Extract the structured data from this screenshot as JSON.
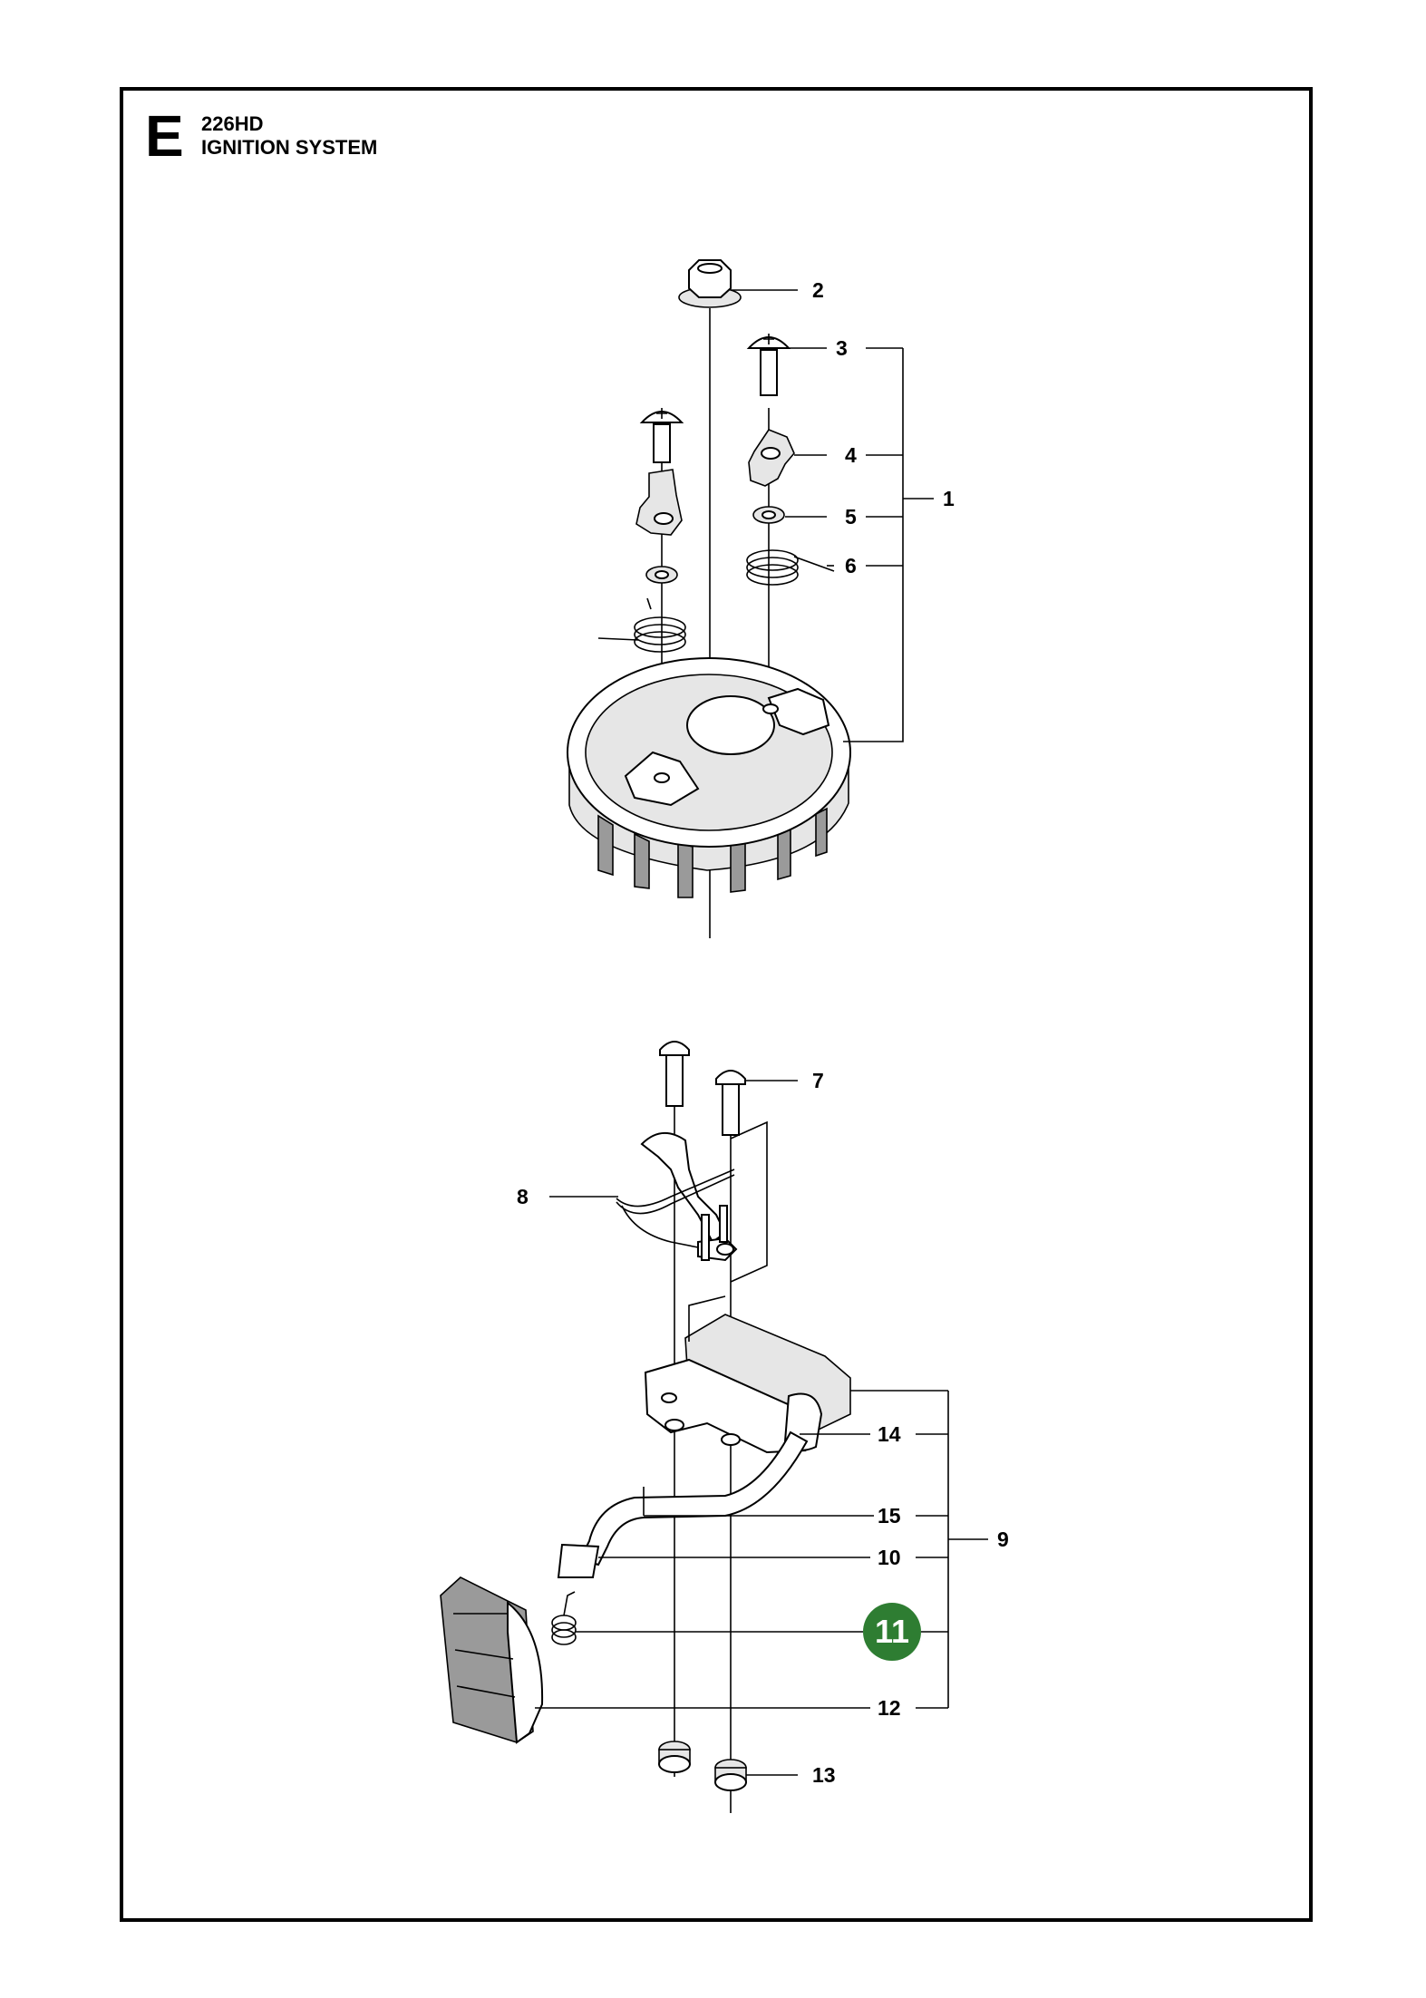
{
  "header": {
    "section": "E",
    "model": "226HD",
    "system": "IGNITION SYSTEM"
  },
  "callouts": [
    "1",
    "2",
    "3",
    "4",
    "5",
    "6",
    "7",
    "8",
    "9",
    "10",
    "11",
    "12",
    "13",
    "14",
    "15"
  ],
  "highlight": {
    "label": "11",
    "color": "#2e7d32"
  }
}
